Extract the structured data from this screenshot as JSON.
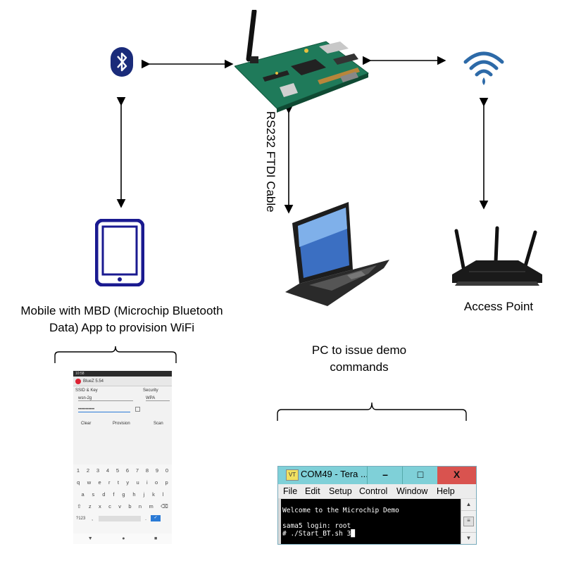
{
  "labels": {
    "mobile": "Mobile with MBD (Microchip Bluetooth Data) App to provision WiFi",
    "cable": "RS232 FTDI Cable",
    "access_point": "Access Point",
    "pc": "PC to issue demo commands"
  },
  "phone_app": {
    "time": "10:58",
    "app_title": "BlueZ 5.54",
    "ssid_label": "SSID & Key",
    "security_label": "Security",
    "ssid_value": "wsn-2g",
    "security_value": "WPA",
    "password": "•••••••••••",
    "btn_clear": "Clear",
    "btn_provision": "Provision",
    "btn_scan": "Scan",
    "kb_row1": [
      "1",
      "2",
      "3",
      "4",
      "5",
      "6",
      "7",
      "8",
      "9",
      "0"
    ],
    "kb_row2": [
      "q",
      "w",
      "e",
      "r",
      "t",
      "y",
      "u",
      "i",
      "o",
      "p"
    ],
    "kb_row3": [
      "a",
      "s",
      "d",
      "f",
      "g",
      "h",
      "j",
      "k",
      "l"
    ],
    "kb_row4": [
      "⇧",
      "z",
      "x",
      "c",
      "v",
      "b",
      "n",
      "m",
      "⌫"
    ],
    "kb_sym": "?123",
    "nav": [
      "▼",
      "●",
      "■"
    ]
  },
  "terminal": {
    "title": "COM49 - Tera ...",
    "icon_text": "VT",
    "minimize": "–",
    "maximize": "□",
    "close": "X",
    "menu": [
      "File",
      "Edit",
      "Setup",
      "Control",
      "Window",
      "Help"
    ],
    "lines": [
      "Welcome to the Microchip Demo",
      "",
      "sama5 login: root",
      "# ./Start_BT.sh 3"
    ],
    "cursor": "█"
  },
  "colors": {
    "bluetooth": "#1a2b7a",
    "wifi": "#2d6aa8",
    "tablet": "#1a1a90",
    "board": "#1f7a5a",
    "close_button": "#d9534f",
    "terminal_title": "#7fd0d8"
  }
}
